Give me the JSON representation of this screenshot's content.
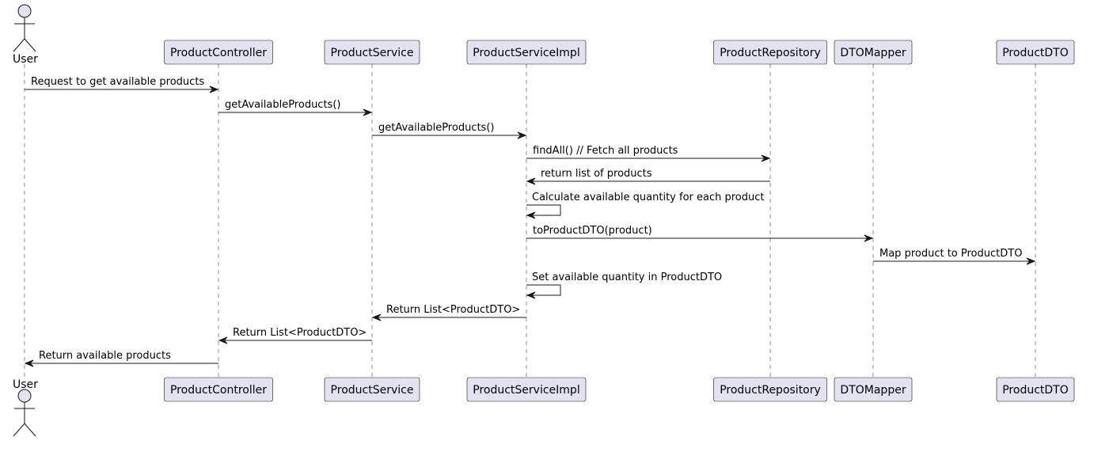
{
  "participants": [
    {
      "id": "user",
      "label": "User",
      "kind": "actor"
    },
    {
      "id": "controller",
      "label": "ProductController",
      "kind": "participant"
    },
    {
      "id": "service",
      "label": "ProductService",
      "kind": "participant"
    },
    {
      "id": "serviceImpl",
      "label": "ProductServiceImpl",
      "kind": "participant"
    },
    {
      "id": "repository",
      "label": "ProductRepository",
      "kind": "participant"
    },
    {
      "id": "mapper",
      "label": "DTOMapper",
      "kind": "participant"
    },
    {
      "id": "dto",
      "label": "ProductDTO",
      "kind": "participant"
    }
  ],
  "messages": [
    {
      "from": "user",
      "to": "controller",
      "label": "Request to get available products"
    },
    {
      "from": "controller",
      "to": "service",
      "label": "getAvailableProducts()"
    },
    {
      "from": "service",
      "to": "serviceImpl",
      "label": "getAvailableProducts()"
    },
    {
      "from": "serviceImpl",
      "to": "repository",
      "label": "findAll()  // Fetch all products"
    },
    {
      "from": "repository",
      "to": "serviceImpl",
      "label": "return list of products"
    },
    {
      "from": "serviceImpl",
      "to": "serviceImpl",
      "label": "Calculate available quantity for each product"
    },
    {
      "from": "serviceImpl",
      "to": "mapper",
      "label": "toProductDTO(product)"
    },
    {
      "from": "mapper",
      "to": "dto",
      "label": "Map product to ProductDTO"
    },
    {
      "from": "serviceImpl",
      "to": "serviceImpl",
      "label": "Set available quantity in ProductDTO"
    },
    {
      "from": "serviceImpl",
      "to": "service",
      "label": "Return List<ProductDTO>"
    },
    {
      "from": "service",
      "to": "controller",
      "label": "Return List<ProductDTO>"
    },
    {
      "from": "controller",
      "to": "user",
      "label": "Return available products"
    }
  ],
  "colors": {
    "participant_fill": "#e2e2f0",
    "border": "#181818",
    "lifeline": "#8c8c8c"
  }
}
